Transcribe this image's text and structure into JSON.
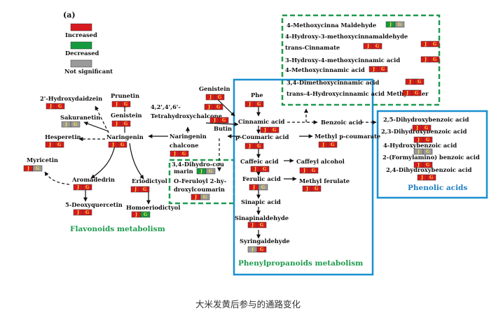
{
  "panel_label": "(a)",
  "legend": [
    {
      "label": "Increased",
      "color": "#d71a1f"
    },
    {
      "label": "Decreased",
      "color": "#169a3f"
    },
    {
      "label": "Not significant",
      "color": "#9a9a9a"
    }
  ],
  "box_letters": [
    "J",
    "G"
  ],
  "colors": {
    "red": "#d71a1f",
    "green": "#169a3f",
    "gray": "#9a9a9a",
    "blue": "#1a8fd0",
    "dashed_green": "#1e9a4e",
    "cell_text": "#ffe23a",
    "group_green": "#1e9a4e",
    "group_blue": "#1f7fc0"
  },
  "groups": {
    "flavonoids": "Flavonoids metabolism",
    "phenylpropanoids": "Phenylpropanoids metabolism",
    "phenolic": "Phenolic acids"
  },
  "compounds": {
    "methoxycinna_maldehyde": "4-Methoxycinna Maldehyde",
    "hydroxy_methoxycinnamaldehyde": "4-Hydroxy-3-methoxycinnamaldehyde",
    "trans_cinnamate": "trans-Cinnamate",
    "hydroxy_methoxycinnamic": "3-Hydroxy-4-methoxycinnamic acid",
    "methoxycinnamic": "4-Methoxycinnamic acid",
    "dimethoxycinnamic": "3,4-Dimethoxycinnamic acid",
    "trans_hydroxycinnamic_ester": "trans-4-Hydroxycinnamic  acid Methyl Ester",
    "hydroxydaidzein": "2'-Hydroxydaidzein",
    "prunetin": "Prunetin",
    "genistein_a": "Genistein",
    "genistein_b": "Genistein",
    "sakuranetin": "Sakuranetin",
    "tetrahydroxychalcone_1": "4,2',4',6'-",
    "tetrahydroxychalcone_2": "Tetrahydroxychalcone",
    "hesperetin": "Hesperetin",
    "naringenin_a": "Naringenin",
    "naringenin_chalcone_1": "Naringenin",
    "naringenin_chalcone_2": "chalcone",
    "butin": "Butin",
    "phe": "Phe",
    "cinnamic_acid": "Cinnamic acid",
    "benzoic_acid": "Benzoic acid",
    "p_coumaric_acid": "p-Coumaric acid",
    "methyl_p_coumarate": "Methyl p-coumarate",
    "myricetin": "Myricetin",
    "aromadedrin": "Aromadedrin",
    "eriodictyol": "Eriodictyol",
    "deoxyquercetin": "5-Deoxyquercetin",
    "homoeriodictyol": "Homoeriodictyol",
    "dihydrocoumarin_1": "3,4-Dihydro-cou",
    "dihydrocoumarin_2": "marin",
    "feruloyl_1": "O-Feruloyl 2-hy-",
    "feruloyl_2": "droxylcoumarin",
    "caffeic_acid": "Caffeic acid",
    "caffeyl_alcohol": "Caffeyl alcohol",
    "ferulic_acid": "Ferulic acid",
    "methyl_ferulate": "Methyl ferulate",
    "sinapic_acid": "Sinapic acid",
    "sinapinaldehyde": "Sinapinaldehyde",
    "syringaldehyde": "Syringaldehyde",
    "dihydroxybenzoic_25": "2,5-Dihydroxybenzoic acid",
    "dihydroxybenzoic_23": "2,3-Dihydroxybenzoic acid",
    "hydroxybenzoic_4": "4-Hydroxybenzoic acid",
    "formylamino_benzoic": "2-(Formylamino) benzoic acid",
    "dihydroxybenzoic_24": "2,4-Dihydroxybenzoic acid"
  },
  "caption": "大米发黄后参与的通路变化"
}
